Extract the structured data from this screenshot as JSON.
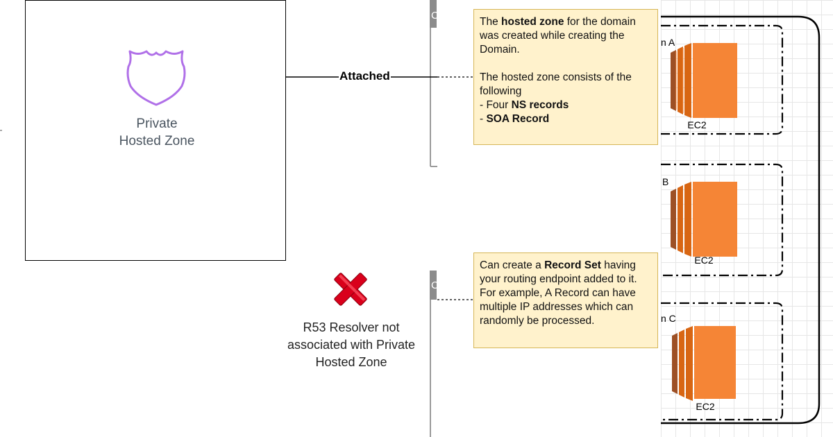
{
  "private_hosted_zone": {
    "label": "Private\nHosted Zone",
    "icon": "shield-icon",
    "icon_color": "#b070e8"
  },
  "edge": {
    "attached_label": "Attached"
  },
  "resolver": {
    "label": "R53 Resolver not associated with Private Hosted Zone",
    "icon": "red-x-icon",
    "icon_color": "#d9001b"
  },
  "notes": {
    "hosted_zone": {
      "line1_pre": "The ",
      "line1_bold": "hosted zone",
      "line1_post": " for the domain was created while creating the Domain.",
      "line2": "The hosted zone consists of the following",
      "item1_pre": "- Four ",
      "item1_bold": "NS records",
      "item2_pre": "- ",
      "item2_bold": "SOA Record"
    },
    "record_set": {
      "pre": "Can create a ",
      "bold": "Record Set",
      "post": " having your routing endpoint added to it. For example, A Record can have multiple IP addresses which can randomly be processed."
    }
  },
  "availability_zones": [
    {
      "label": "n A",
      "instance_label": "EC2"
    },
    {
      "label": "B",
      "instance_label": "EC2"
    },
    {
      "label": "n C",
      "instance_label": "EC2"
    }
  ],
  "partial_labels": {
    "left_group_top": "C",
    "left_group_bottom": "C"
  },
  "colors": {
    "ec2_orange": "#f58536",
    "ec2_dark": "#9d5025",
    "note_fill": "#fff2cc",
    "note_border": "#d6b656"
  }
}
